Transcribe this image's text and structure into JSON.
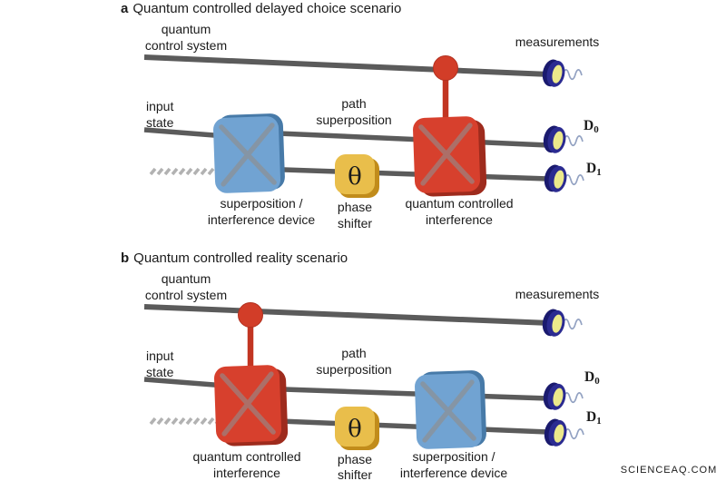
{
  "watermark": "SCIENCEAQ.COM",
  "colors": {
    "line_gray": "#5b5b5b",
    "cross_gray": "#8f8f8f",
    "beamsplitter_blue": "#71a3d2",
    "beamsplitter_blue_edge": "#477aa8",
    "controlled_red": "#d7402d",
    "controlled_red_edge": "#9e2b1d",
    "phase_gold": "#e9be4b",
    "phase_gold_edge": "#c18c1b",
    "control_dot_red": "#d23d28",
    "control_stem_red": "#c23522",
    "detector_navy_dark": "#1a1a6e",
    "detector_navy": "#2b2b91",
    "detector_face_yellow": "#ece98b",
    "wave_gray_blue": "#93a2c2",
    "dash_gray": "#b2b2b2",
    "text": "#1b1b1b",
    "watermark_pink": "#f2caca"
  },
  "panels": [
    {
      "letter": "a",
      "title": "Quantum controlled delayed choice scenario",
      "control_label": [
        "quantum",
        "control system"
      ],
      "measurements_label": "measurements",
      "input_label": [
        "input",
        "state"
      ],
      "path_label": [
        "path",
        "superposition"
      ],
      "theta": "θ",
      "phase_label": [
        "phase",
        "shifter"
      ],
      "left_device_label": [
        "superposition /",
        "interference device"
      ],
      "right_device_label": [
        "quantum controlled",
        "interference"
      ],
      "d0": {
        "letter": "D",
        "sub": "0"
      },
      "d1": {
        "letter": "D",
        "sub": "1"
      }
    },
    {
      "letter": "b",
      "title": "Quantum controlled reality scenario",
      "control_label": [
        "quantum",
        "control system"
      ],
      "measurements_label": "measurements",
      "input_label": [
        "input",
        "state"
      ],
      "path_label": [
        "path",
        "superposition"
      ],
      "theta": "θ",
      "phase_label": [
        "phase",
        "shifter"
      ],
      "left_device_label": [
        "quantum controlled",
        "interference"
      ],
      "right_device_label": [
        "superposition /",
        "interference device"
      ],
      "d0": {
        "letter": "D",
        "sub": "0"
      },
      "d1": {
        "letter": "D",
        "sub": "1"
      }
    }
  ]
}
